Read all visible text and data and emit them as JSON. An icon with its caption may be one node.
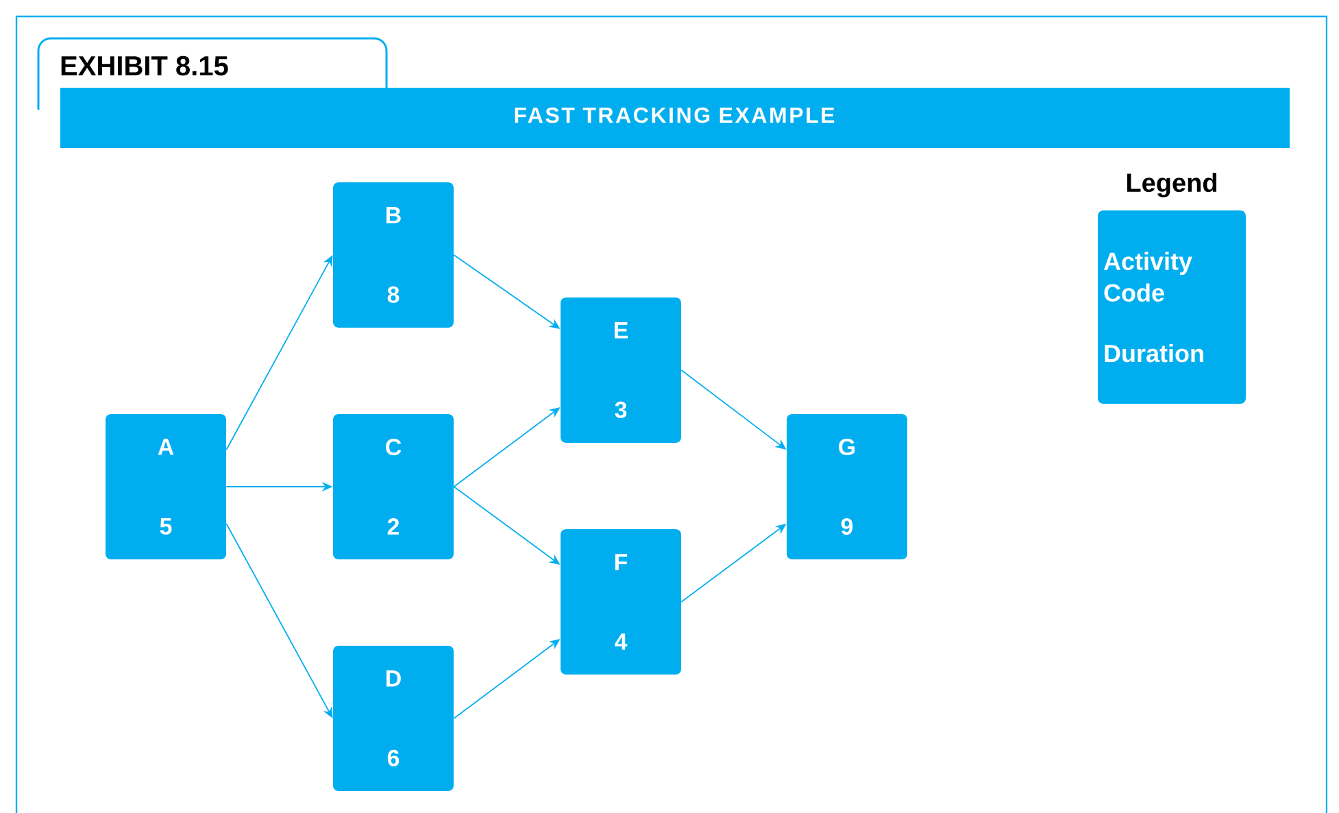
{
  "diagram": {
    "title": "FAST TRACKING EXAMPLE",
    "nodes": [
      {
        "text": [
          "A",
          "5"
        ]
      },
      {
        "text": [
          "B",
          "8"
        ]
      },
      {
        "text": [
          "C",
          "2"
        ]
      },
      {
        "text": [
          "D",
          "6"
        ]
      },
      {
        "text": [
          "E",
          "3"
        ]
      },
      {
        "text": [
          "F",
          "4"
        ]
      },
      {
        "text": [
          "G",
          "9"
        ]
      },
      {
        "text": [
          "Legend",
          "Activity Code",
          "Duration"
        ]
      }
    ],
    "edges": [
      {
        "from": 0,
        "to": 1,
        "arrow": "to"
      },
      {
        "from": 0,
        "to": 2,
        "arrow": "to"
      },
      {
        "from": 0,
        "to": 3,
        "arrow": "to"
      },
      {
        "from": 1,
        "to": 4,
        "arrow": "to"
      },
      {
        "from": 2,
        "to": 4,
        "arrow": "to"
      },
      {
        "from": 2,
        "to": 5,
        "arrow": "to"
      },
      {
        "from": 3,
        "to": 5,
        "arrow": "to"
      },
      {
        "from": 4,
        "to": 6,
        "arrow": "to"
      },
      {
        "from": 5,
        "to": 6,
        "arrow": "to"
      }
    ],
    "labels": [
      "EXHIBIT 8.15"
    ]
  }
}
